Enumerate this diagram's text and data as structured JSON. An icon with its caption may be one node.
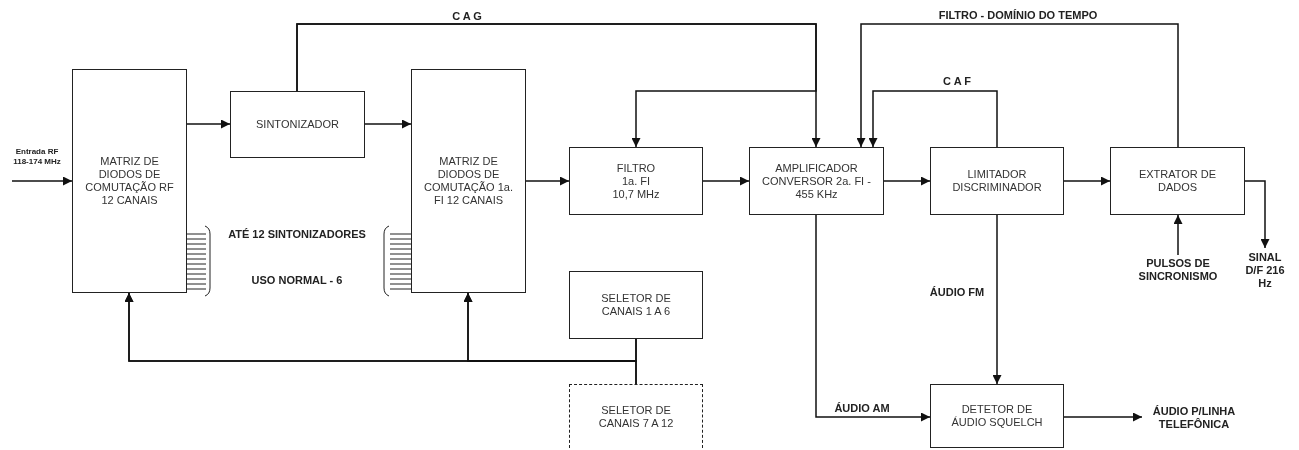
{
  "diagram": {
    "nodes": [
      {
        "text": [
          "MATRIZ DE DIODOS DE COMUTAÇÃO RF 12 CANAIS"
        ],
        "beside": [
          "Entrada RF 118-174 MHz"
        ]
      },
      {
        "text": [
          "SINTONIZADOR"
        ]
      },
      {
        "text": [
          "MATRIZ DE DIODOS DE COMUTAÇÃO 1a. FI 12 CANAIS"
        ]
      },
      {
        "text": [
          "FILTRO 1a. FI 10,7 MHz"
        ]
      },
      {
        "text": [
          "AMPLIFICADOR CONVERSOR 2a. FI - 455 KHz"
        ]
      },
      {
        "text": [
          "LIMITADOR DISCRIMINADOR"
        ]
      },
      {
        "text": [
          "EXTRATOR DE DADOS"
        ]
      },
      {
        "text": [
          "PULSOS DE SINCRONISMO"
        ]
      },
      {
        "text": [
          "SINAL D/F 216 Hz"
        ]
      },
      {
        "text": [
          "SELETOR DE CANAIS 1 A 6"
        ]
      },
      {
        "text": [
          "SELETOR DE CANAIS 7 A 12"
        ]
      },
      {
        "text": [
          "DETETOR DE ÁUDIO SQUELCH"
        ]
      },
      {
        "text": [
          "ÁUDIO P/LINHA TELEFÔNICA"
        ]
      }
    ],
    "edges": [
      {
        "from": null,
        "to": 0,
        "arrow": "to"
      },
      {
        "from": 0,
        "to": 1,
        "arrow": "to"
      },
      {
        "from": 1,
        "to": 2,
        "arrow": "to"
      },
      {
        "from": 2,
        "to": 3,
        "arrow": "to"
      },
      {
        "from": 3,
        "to": 4,
        "arrow": "to"
      },
      {
        "from": 4,
        "to": 5,
        "arrow": "to"
      },
      {
        "from": 5,
        "to": 6,
        "arrow": "to"
      },
      {
        "from": 6,
        "to": 8,
        "arrow": "to"
      },
      {
        "from": 7,
        "to": 6,
        "arrow": "to"
      },
      {
        "from": 1,
        "to": 4,
        "arrow": "to",
        "label": "C A G"
      },
      {
        "from": 1,
        "to": 3,
        "arrow": "to"
      },
      {
        "from": 5,
        "to": 4,
        "arrow": "to",
        "label": "C A F"
      },
      {
        "from": 6,
        "to": 4,
        "arrow": "to",
        "label": "FILTRO - DOMÍNIO DO TEMPO"
      },
      {
        "from": 5,
        "to": 11,
        "arrow": "to",
        "label": "ÁUDIO FM"
      },
      {
        "from": 4,
        "to": 11,
        "arrow": "to",
        "label": "ÁUDIO AM"
      },
      {
        "from": 9,
        "to": 0,
        "arrow": "to"
      },
      {
        "from": 9,
        "to": 2,
        "arrow": "to"
      },
      {
        "from": 10,
        "to": 0,
        "arrow": "to"
      },
      {
        "from": 10,
        "to": 2,
        "arrow": "to"
      },
      {
        "from": 11,
        "to": 12,
        "arrow": "to"
      }
    ],
    "labels": [
      "ATÉ 12 SINTONIZADORES",
      "USO NORMAL - 6"
    ]
  }
}
